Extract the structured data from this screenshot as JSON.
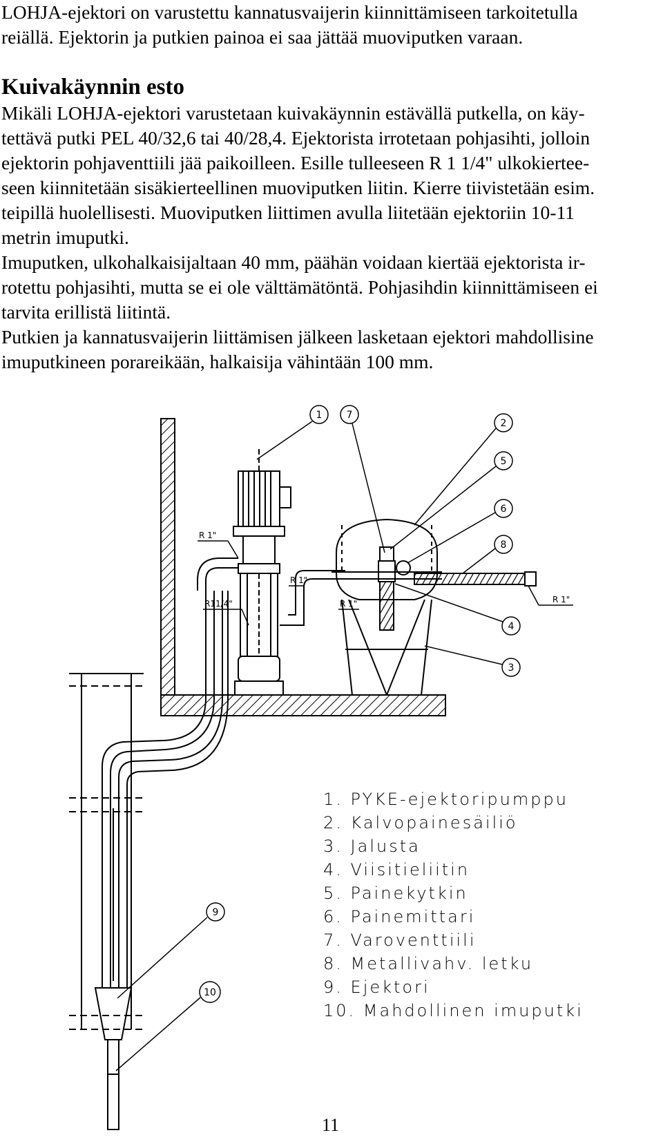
{
  "intro_lines": [
    "LOHJA-ejektori on varustettu kannatusvaijerin kiinnittämiseen tarkoitetulla",
    "reiällä. Ejektorin ja putkien painoa ei saa jättää muoviputken varaan."
  ],
  "heading": "Kuivakäynnin esto",
  "body_lines": [
    "Mikäli LOHJA-ejektori varustetaan kuivakäynnin estävällä putkella, on käy-",
    "tettävä putki PEL 40/32,6 tai 40/28,4. Ejektorista irrotetaan pohjasihti, jolloin",
    "ejektorin pohjaventtiili jää paikoilleen. Esille tulleeseen R 1 1/4\" ulkokierteе-",
    "seen kiinnitetään sisäkierteellinen muoviputken liitin. Kierre tiivistetään esim.",
    "teipillä huolellisesti. Muoviputken liittimen avulla liitetään ejektoriin 10-11",
    "metrin imuputki.",
    "Imuputken, ulkohalkaisijaltaan 40 mm, päähän voidaan kiertää ejektorista ir-",
    "rotettu pohjasihti, mutta se ei ole välttämätöntä. Pohjasihdin kiinnittämiseen ei",
    "tarvita erillistä liitintä.",
    "Putkien ja kannatusvaijerin liittämisen jälkeen lasketaan ejektori mahdollisine",
    "imuputkineen porareikään, halkaisija vähintään 100 mm."
  ],
  "diagram": {
    "callouts": [
      "1",
      "7",
      "2",
      "5",
      "6",
      "8",
      "4",
      "3",
      "9",
      "10"
    ],
    "thread_labels": {
      "r1_left": "R 1\"",
      "r1_mid": "R 1\"",
      "r114": "R11/4\"",
      "r1_tank": "R 1\"",
      "r1_right": "R 1\""
    }
  },
  "legend": [
    "1. PYKE-ejektoripumppu",
    "2. Kalvopainesäiliö",
    "3. Jalusta",
    "4. Viisitieliitin",
    "5. Painekytkin",
    "6. Painemittari",
    "7. Varoventtiili",
    "8. Metallivahv. letku",
    "9. Ejektori",
    "10. Mahdollinen imuputki"
  ],
  "page_number": "11"
}
